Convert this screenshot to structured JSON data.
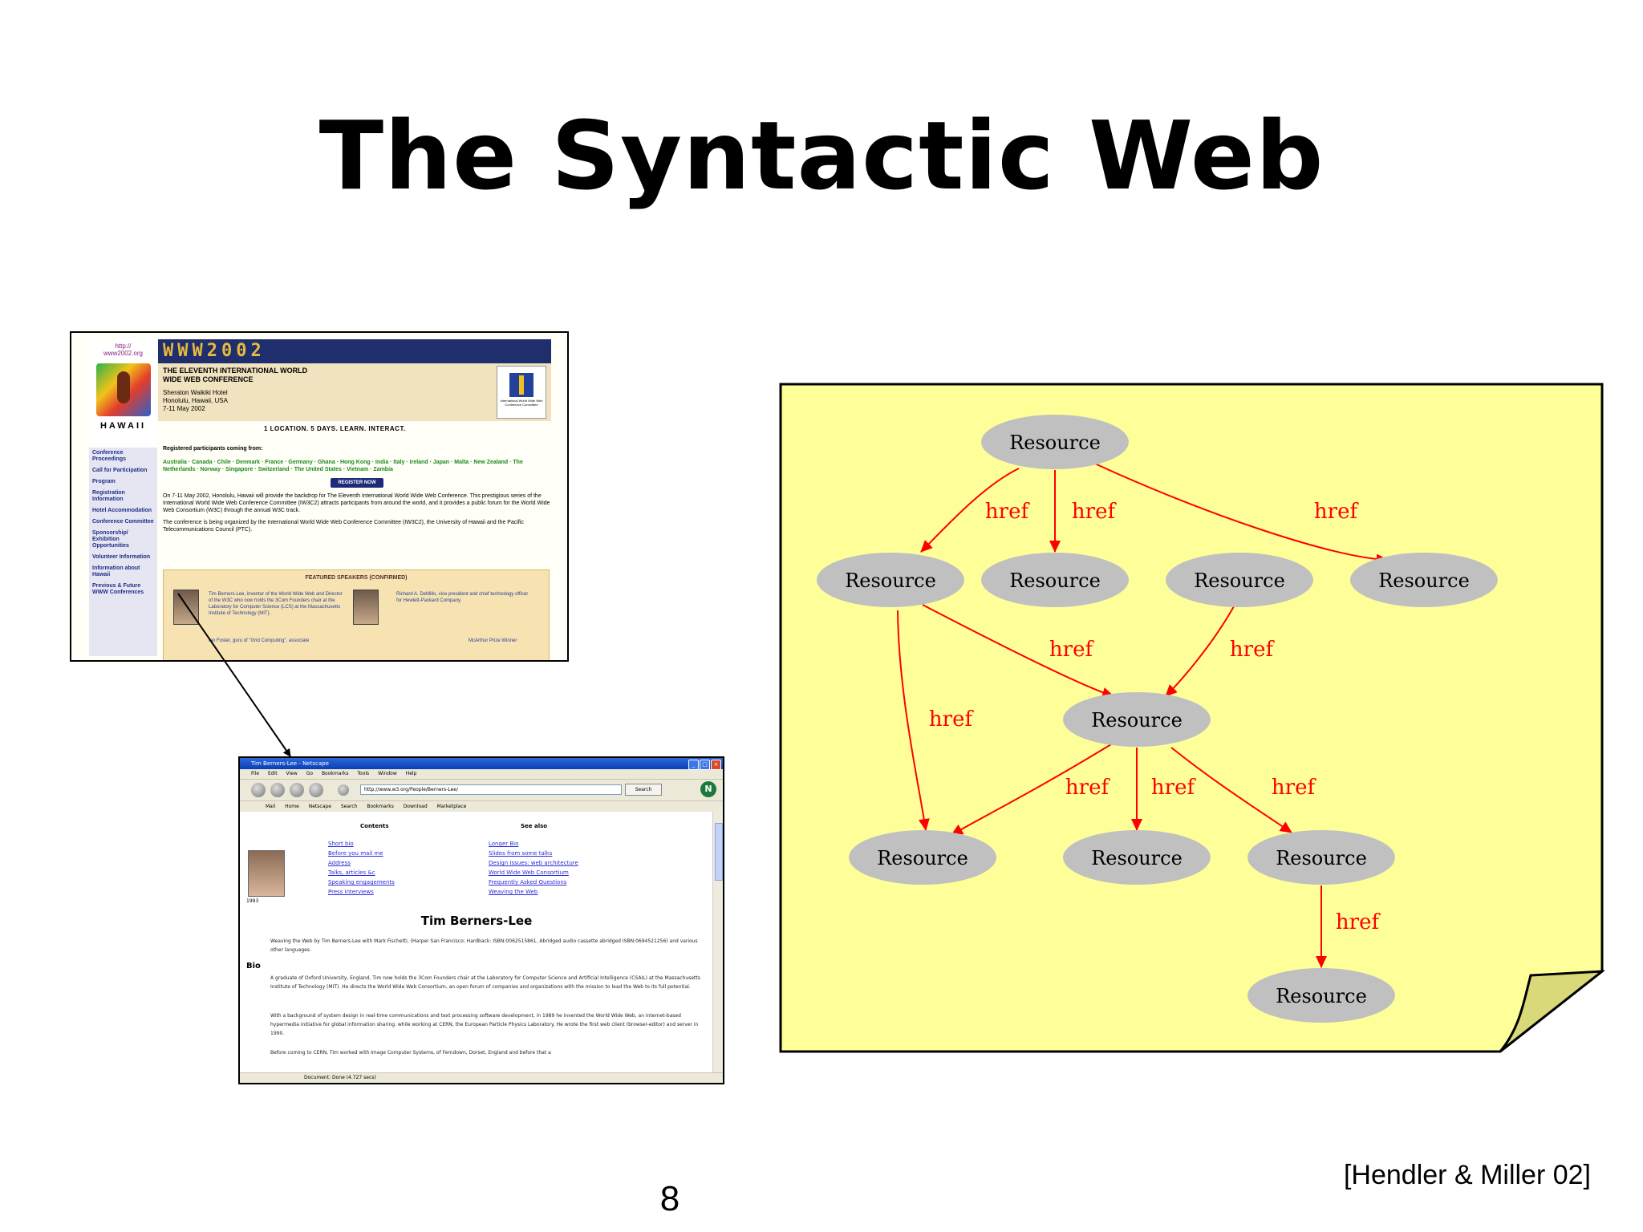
{
  "slide": {
    "title": "The Syntactic Web",
    "page_number": "8",
    "citation": "[Hendler & Miller 02]"
  },
  "www2002": {
    "url": "http://\nwww2002.org",
    "banner": "WWW2002",
    "hawaii": "HAWAII",
    "conference_name": "THE ELEVENTH INTERNATIONAL WORLD WIDE WEB CONFERENCE",
    "hotel": "Sheraton Waikiki Hotel",
    "city": "Honolulu, Hawaii, USA",
    "dates": "7-11 May 2002",
    "tagline": "1 LOCATION. 5 DAYS. LEARN. INTERACT.",
    "organizer": "International World Wide Web Conference Committee",
    "nav": [
      "Conference Proceedings",
      "Call for Participation",
      "Program",
      "Registration Information",
      "Hotel Accommodation",
      "Conference Committee",
      "Sponsorship/ Exhibition Opportunities",
      "Volunteer Information",
      "Information about Hawaii",
      "Previous & Future WWW Conferences"
    ],
    "participants_heading": "Registered participants coming from:",
    "countries": "Australia · Canada · Chile · Denmark · France · Germany · Ghana · Hong Kong · India · Italy · Ireland · Japan · Malta · New Zealand · The Netherlands · Norway · Singapore · Switzerland · The United States · Vietnam · Zambia",
    "register_button": "REGISTER NOW",
    "para1": "On 7-11 May 2002, Honolulu, Hawaii will provide the backdrop for The Eleventh International World Wide Web Conference. This prestigious series of the International World Wide Web Conference Committee (IW3C2) attracts participants from around the world, and it provides a public forum for the World Wide Web Consortium (W3C) through the annual W3C track.",
    "para2": "The conference is being organized by the International World Wide Web Conference Committee (IW3C2), the University of Hawaii and the Pacific Telecommunications Council (PTC).",
    "featured_title": "FEATURED SPEAKERS (CONFIRMED)",
    "speaker1": "Tim Berners-Lee, inventor of the World Wide Web and Director of the W3C who now holds the 3Com Founders chair at the Laboratory for Computer Science (LCS) at the Massachusetts Institute of Technology (MIT).",
    "speaker2": "Richard A. DeMillo, vice president and chief technology officer for Hewlett-Packard Company.",
    "speaker3": "Ian Foster, guru of \"Grid Computing\", associate",
    "speaker4": "McArthur Prize Winner"
  },
  "browser": {
    "window_title": "Tim Berners-Lee - Netscape",
    "menu": [
      "File",
      "Edit",
      "View",
      "Go",
      "Bookmarks",
      "Tools",
      "Window",
      "Help"
    ],
    "address": "http://www.w3.org/People/Berners-Lee/",
    "search_label": "Search",
    "bookmarks": [
      "Mail",
      "Home",
      "Netscape",
      "Search",
      "Bookmarks",
      "Download",
      "Marketplace"
    ],
    "status": "Document: Done (4.727 secs)",
    "contents_heading": "Contents",
    "see_also_heading": "See also",
    "contents_links": [
      "Short bio",
      "Before you mail me",
      "Address",
      "Talks, articles &c",
      "Speaking engagements",
      "Press interviews"
    ],
    "see_also_links": [
      "Longer Bio",
      "Slides from some talks",
      "Design Issues: web architecture",
      "World Wide Web Consortium",
      "Frequently Asked Questions",
      "Weaving the Web"
    ],
    "photo_year": "1993",
    "person_name": "Tim Berners-Lee",
    "book_line": "Weaving the Web by Tim Berners-Lee with Mark Fischetti, (Harper San Francisco; Hardback: ISBN:0062515861, Abridged audio cassette abridged ISBN:0694521256) and various other languages.",
    "bio_heading": "Bio",
    "bio_para1": "A graduate of Oxford University, England, Tim now holds the 3Com Founders chair at the Laboratory for Computer Science and Artificial Intelligence (CSAIL) at the Massachusetts Institute of Technology (MIT). He directs the World Wide Web Consortium, an open forum of companies and organizations with the mission to lead the Web to its full potential.",
    "bio_para2": "With a background of system design in real-time communications and text processing software development, in 1989 he invented the World Wide Web, an internet-based hypermedia initiative for global information sharing. while working at CERN, the European Particle Physics Laboratory. He wrote the first web client (browser-editor) and server in 1990.",
    "bio_para3": "Before coming to CERN, Tim worked with Image Computer Systems, of Ferndown, Dorset, England and before that a"
  },
  "graph": {
    "background": "#ffff99",
    "node_color": "#c0c0c0",
    "edge_color": "#ff0000",
    "nodes": [
      {
        "id": "n0",
        "label": "Resource"
      },
      {
        "id": "n1",
        "label": "Resource"
      },
      {
        "id": "n2",
        "label": "Resource"
      },
      {
        "id": "n3",
        "label": "Resource"
      },
      {
        "id": "n4",
        "label": "Resource"
      },
      {
        "id": "n5",
        "label": "Resource"
      },
      {
        "id": "n6",
        "label": "Resource"
      },
      {
        "id": "n7",
        "label": "Resource"
      },
      {
        "id": "n8",
        "label": "Resource"
      },
      {
        "id": "n9",
        "label": "Resource"
      }
    ],
    "edges": [
      {
        "from": "n0",
        "to": "n1",
        "label": "href"
      },
      {
        "from": "n0",
        "to": "n2",
        "label": "href"
      },
      {
        "from": "n0",
        "to": "n4",
        "label": "href"
      },
      {
        "from": "n1",
        "to": "n5",
        "label": "href"
      },
      {
        "from": "n3",
        "to": "n5",
        "label": "href"
      },
      {
        "from": "n1",
        "to": "n6",
        "label": "href"
      },
      {
        "from": "n5",
        "to": "n6",
        "label": "href"
      },
      {
        "from": "n5",
        "to": "n7",
        "label": "href"
      },
      {
        "from": "n5",
        "to": "n8",
        "label": "href"
      },
      {
        "from": "n8",
        "to": "n9",
        "label": "href"
      }
    ]
  }
}
